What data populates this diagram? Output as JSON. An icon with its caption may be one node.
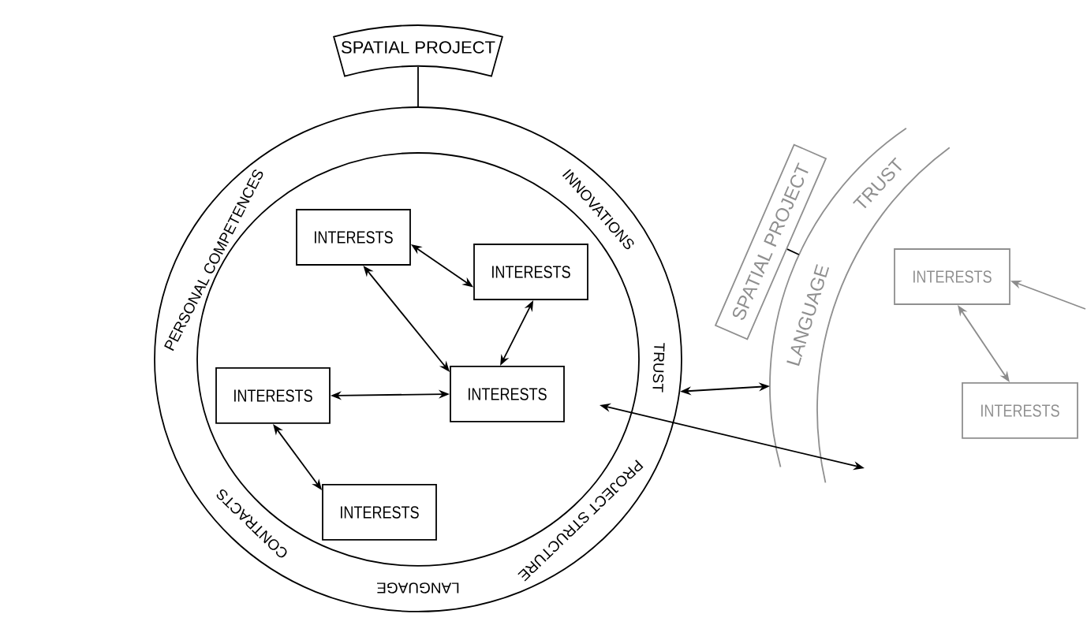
{
  "diagram": {
    "nodes": [
      {
        "text": [
          "SPATIAL PROJECT"
        ]
      },
      {
        "text": [
          "PERSONAL COMPETENCES",
          "INNOVATIONS",
          "TRUST",
          "PROJECT STRUCTURE",
          "LANGUAGE",
          "CONTRACTS"
        ]
      },
      {
        "text": [],
        "shape": "circle",
        "in": 1
      },
      {
        "text": [
          "INTERESTS"
        ],
        "in": 2
      },
      {
        "text": [
          "INTERESTS"
        ],
        "in": 2
      },
      {
        "text": [
          "INTERESTS"
        ],
        "in": 2
      },
      {
        "text": [
          "INTERESTS"
        ],
        "in": 2
      },
      {
        "text": [
          "INTERESTS"
        ],
        "in": 2
      },
      {
        "text": [
          "SPATIAL PROJECT"
        ]
      },
      {
        "text": [
          "TRUST",
          "LANGUAGE"
        ]
      },
      {
        "text": [
          "INTERESTS"
        ]
      },
      {
        "text": [
          "INTERESTS"
        ]
      }
    ],
    "edges": [
      {
        "from": 0,
        "to": 1,
        "arrow": "none"
      },
      {
        "from": 3,
        "to": 4,
        "arrow": "both"
      },
      {
        "from": 3,
        "to": 6,
        "arrow": "both"
      },
      {
        "from": 4,
        "to": 6,
        "arrow": "both"
      },
      {
        "from": 5,
        "to": 6,
        "arrow": "both"
      },
      {
        "from": 5,
        "to": 7,
        "arrow": "both"
      },
      {
        "from": 1,
        "to": 9,
        "arrow": "both"
      },
      {
        "from": 2,
        "to": 9,
        "arrow": "both"
      },
      {
        "from": 8,
        "to": 9,
        "arrow": "none"
      },
      {
        "from": 10,
        "to": 11,
        "arrow": "both",
        "color": "#8c8c8c"
      },
      {
        "from": null,
        "to": 10,
        "arrow": "to",
        "color": "#8c8c8c"
      }
    ]
  }
}
